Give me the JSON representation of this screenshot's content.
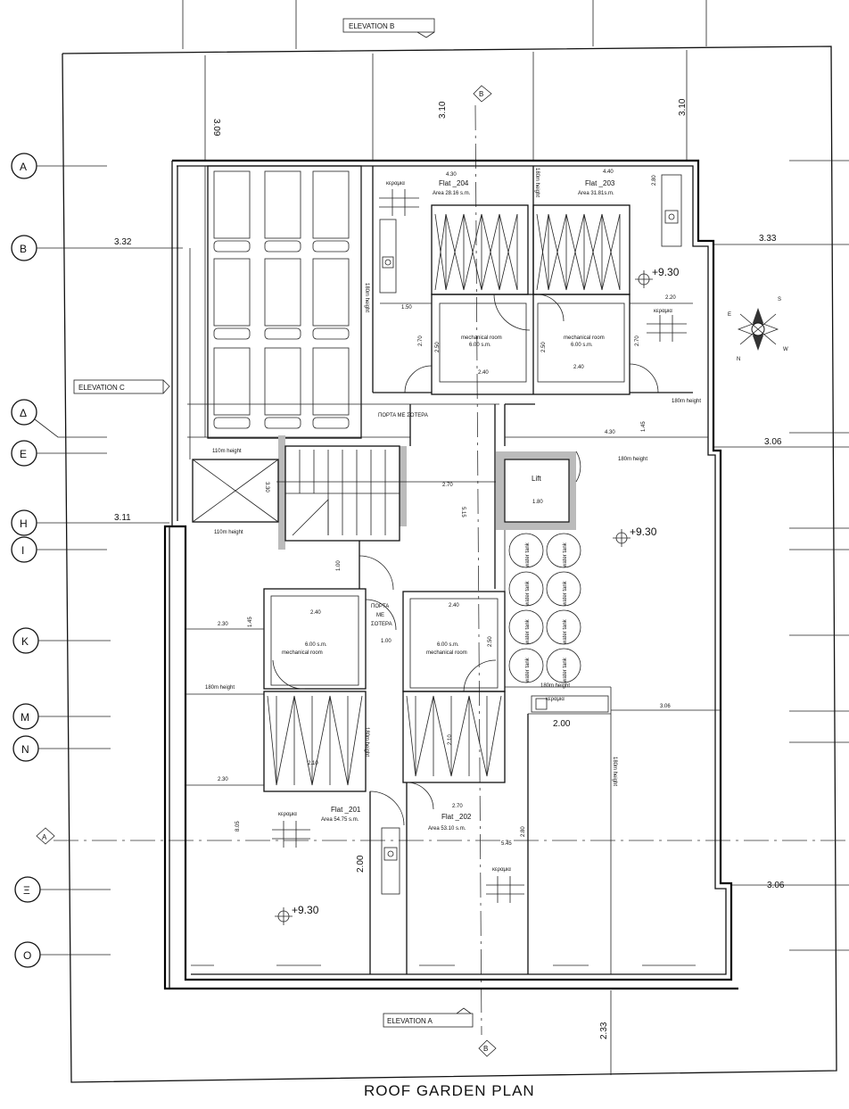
{
  "drawing_title": "ROOF GARDEN PLAN",
  "elevation_labels": {
    "a": "ELEVATION A",
    "b": "ELEVATION B",
    "c": "ELEVATION C"
  },
  "section_markers": {
    "b_top": "B",
    "b_bottom": "B",
    "a_left": "A"
  },
  "grid_labels": [
    "A",
    "B",
    "Δ",
    "E",
    "H",
    "I",
    "K",
    "M",
    "N",
    "Ξ",
    "O"
  ],
  "outer_dimensions": {
    "top_left": "3.09",
    "top_mid": "3.10",
    "top_right": "3.10",
    "b_left": "3.32",
    "b_right": "3.33",
    "h_left": "3.11",
    "e_right": "3.06",
    "xi_right": "3.06",
    "bottom": "2.33"
  },
  "flats": [
    {
      "name": "Flat _204",
      "area": "Area 28.16 s.m."
    },
    {
      "name": "Flat _203",
      "area": "Area 31.81s.m."
    },
    {
      "name": "Flat _201",
      "area": "Area 54.75 s.m."
    },
    {
      "name": "Flat _202",
      "area": "Area 53.10 s.m."
    }
  ],
  "rooms": {
    "mech_name": "mechanical room",
    "mech_area": "6.00 s.m.",
    "lift": "Lift",
    "water_tank": "water tank"
  },
  "heights": {
    "h180": "180m height",
    "h110": "110m height"
  },
  "levels": {
    "plus930": "+9.30"
  },
  "greek_notes": {
    "door_roof": "ΠΟΡΤΑ ΜΕ ΣΟΤΕΡΑ",
    "door_a": "ΠΟΡΤΑ",
    "door_b": "ΜΕ",
    "door_c": "ΣΟΤΕΡΑ",
    "kerami": "κεραμια"
  },
  "inner_dimensions": {
    "d430": "4.30",
    "d440": "4.40",
    "d280": "2.80",
    "d220": "2.20",
    "d150": "1.50",
    "d270": "2.70",
    "d250": "2.50",
    "d240": "2.40",
    "d145": "1.45",
    "d180": "1.80",
    "d515": "5.15",
    "d330": "3.30",
    "d230": "2.30",
    "d306": "3.06",
    "d200": "2.00",
    "d545": "5.45",
    "d805": "8.05",
    "d100": "1.00",
    "d210": "2.10",
    "d230b": "2.30"
  }
}
